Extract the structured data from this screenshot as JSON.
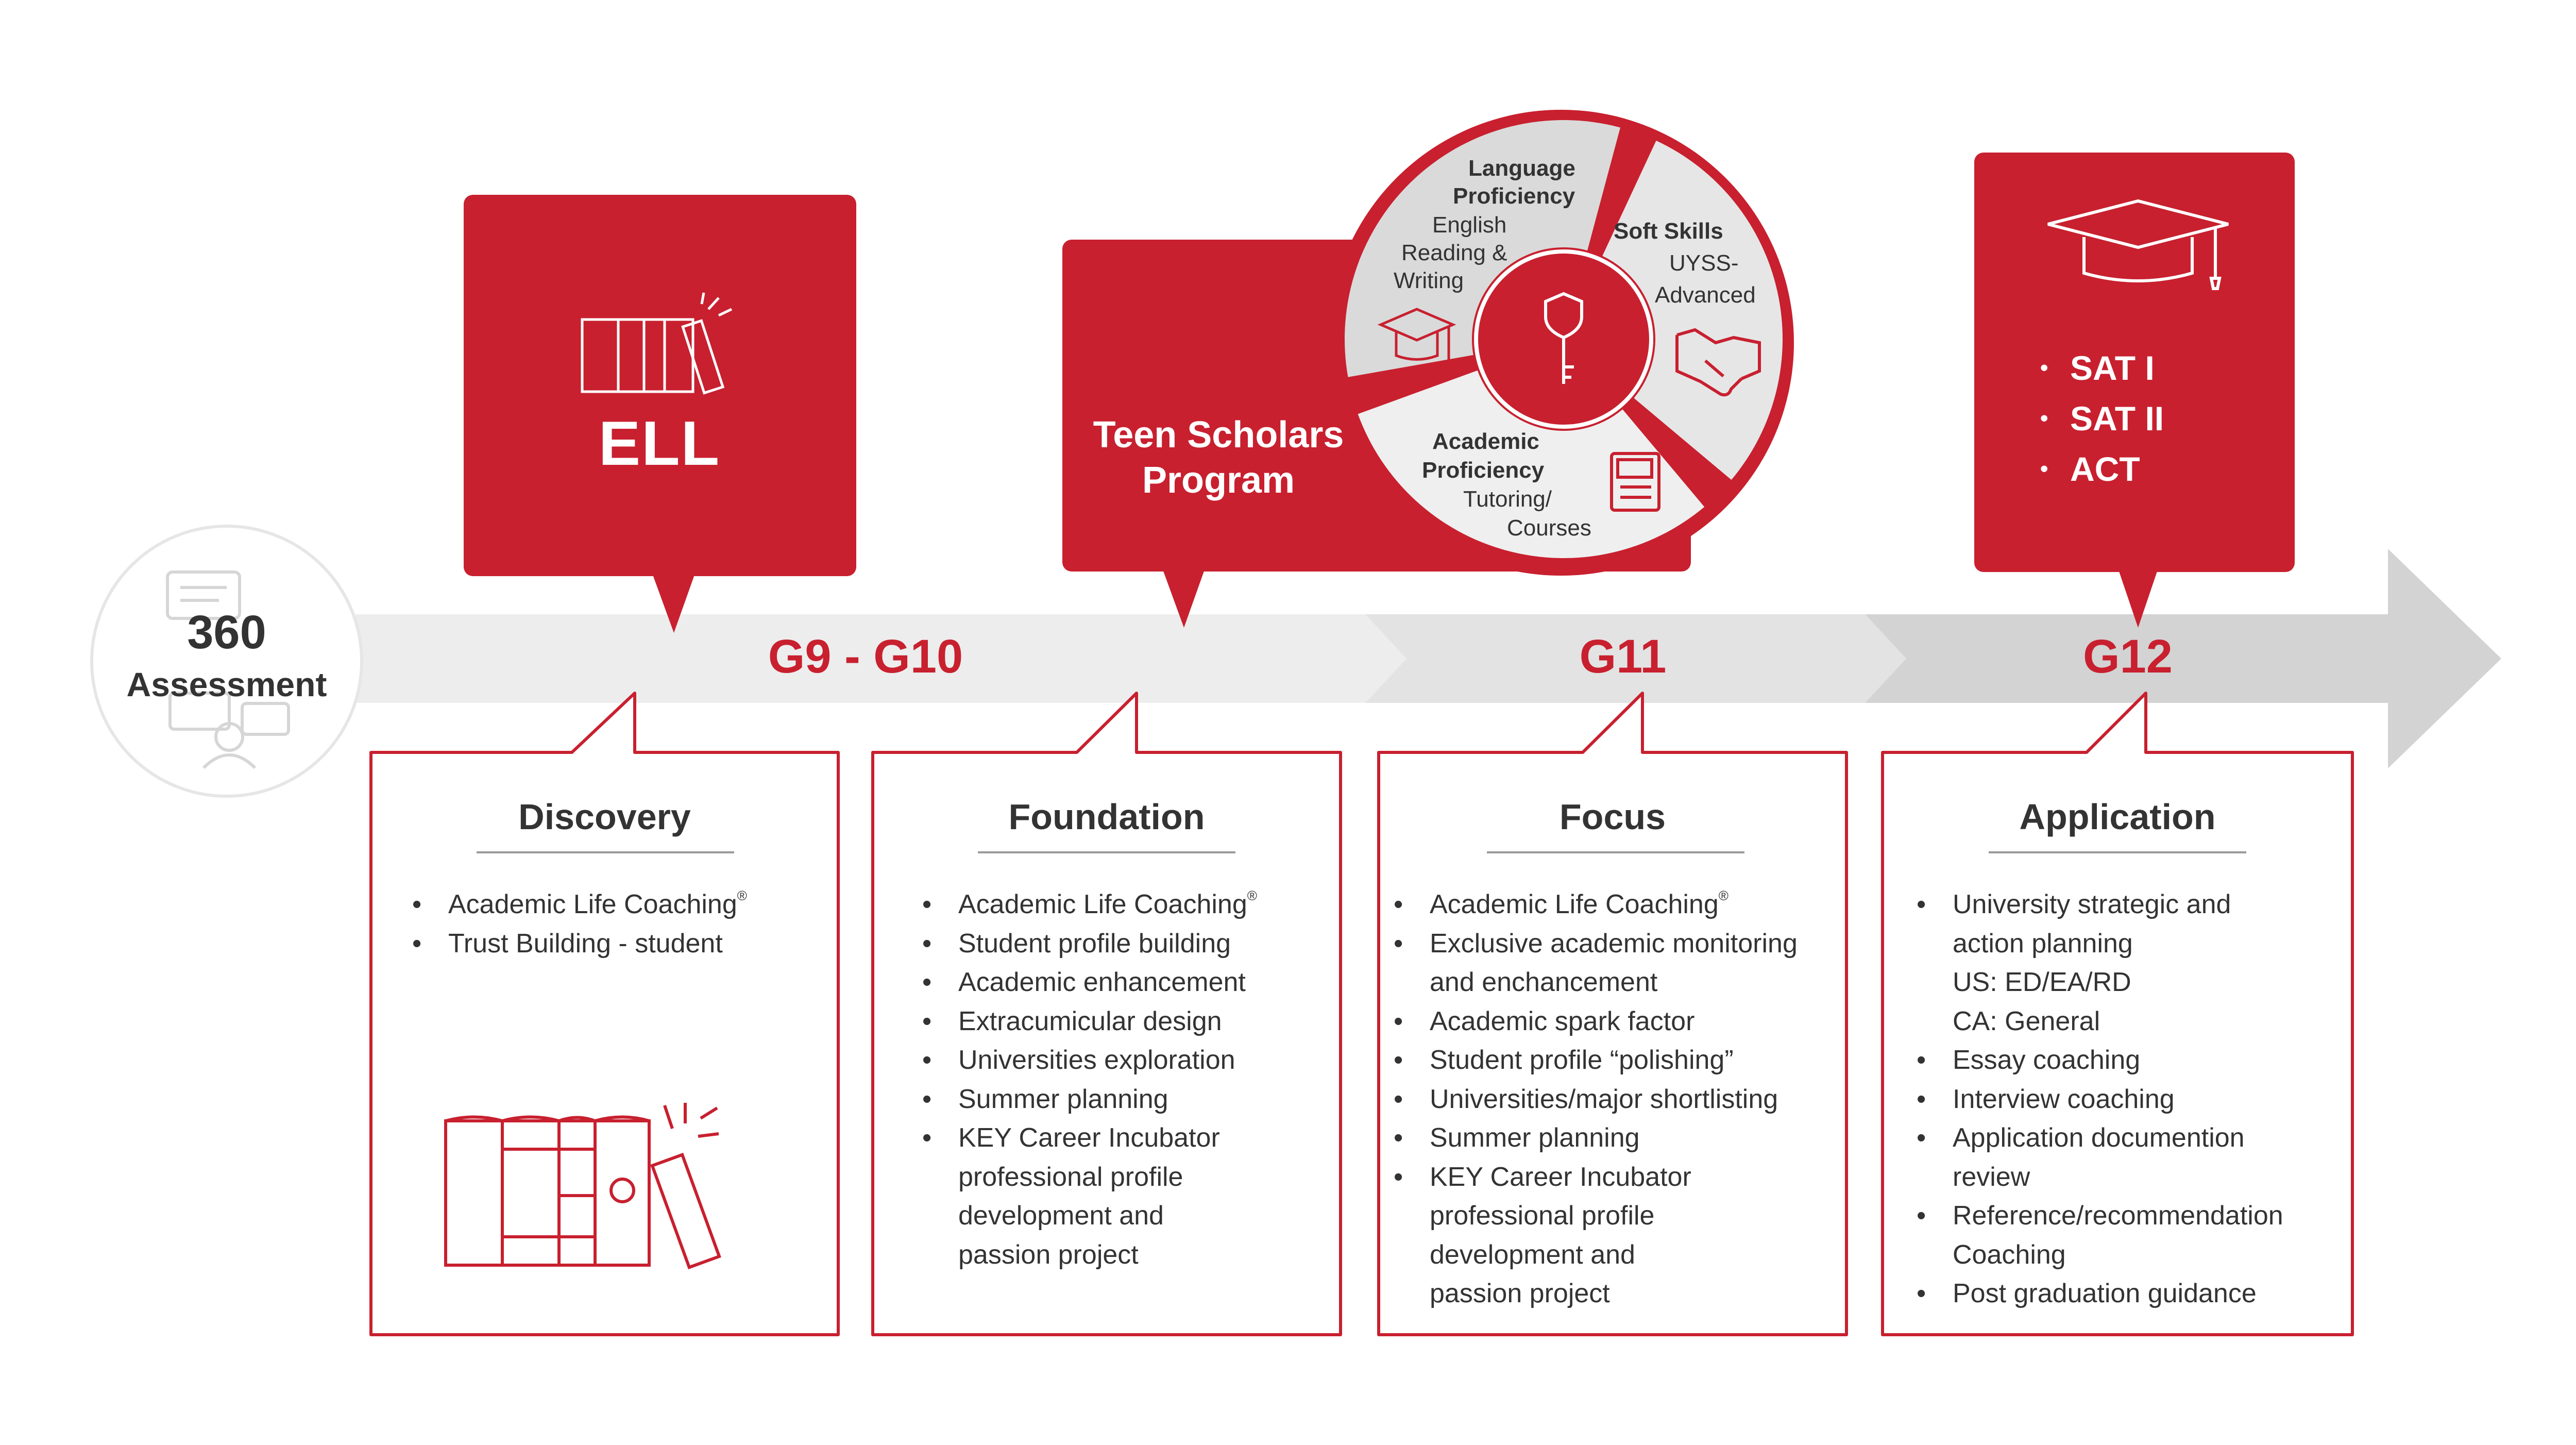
{
  "assessment": {
    "number": "360",
    "label": "Assessment"
  },
  "timeline": {
    "labels": [
      "G9 - G10",
      "G11",
      "G12"
    ]
  },
  "ell": {
    "title": "ELL"
  },
  "teen_scholars": {
    "title_line1": "Teen Scholars",
    "title_line2": "Program",
    "segments": {
      "language": {
        "title1": "Language",
        "title2": "Proficiency",
        "t1": "English",
        "t2": "Reading &",
        "t3": "Writing"
      },
      "soft": {
        "title": "Soft Skills",
        "t1": "UYSS-",
        "t2": "Advanced"
      },
      "academic": {
        "title1": "Academic",
        "title2": "Proficiency",
        "t1": "Tutoring/",
        "t2": "Courses"
      }
    }
  },
  "tests": [
    "SAT I",
    "SAT II",
    "ACT"
  ],
  "cards": {
    "discovery": {
      "title": "Discovery",
      "items": [
        "Academic Life Coaching",
        "Trust Building - student"
      ]
    },
    "foundation": {
      "title": "Foundation",
      "items": [
        "Academic Life Coaching",
        "Student profile building",
        "Academic enhancement",
        "Extracumicular design",
        "Universities exploration",
        "Summer planning",
        "KEY Career Incubator",
        "professional profile",
        "development and",
        "passion project"
      ]
    },
    "focus": {
      "title": "Focus",
      "items": [
        "Academic Life Coaching",
        "Exclusive academic monitoring",
        "and enchancement",
        "Academic spark factor",
        "Student profile “polishing”",
        "Universities/major shortlisting",
        "Summer planning",
        "KEY Career Incubator",
        "professional profile",
        "development and",
        "passion project"
      ]
    },
    "application": {
      "title": "Application",
      "items": [
        "University strategic and",
        "action planning",
        "US: ED/EA/RD",
        "CA: General",
        "Essay coaching",
        "Interview coaching",
        "Application documention",
        "review",
        "Reference/recommendation",
        "Coaching",
        "Post graduation guidance"
      ]
    }
  },
  "colors": {
    "accent": "#c8202f",
    "arrow_light": "#ececec",
    "arrow_mid": "#e2e2e2",
    "arrow_dark": "#d2d2d2",
    "text": "#333333"
  }
}
